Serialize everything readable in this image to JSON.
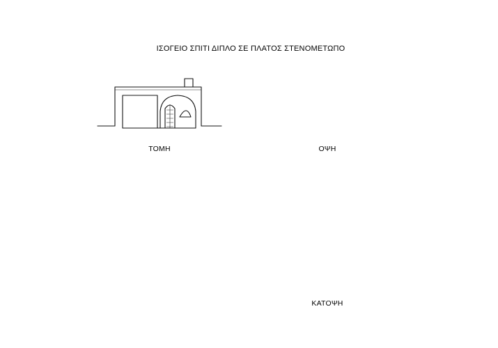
{
  "sheet": {
    "title": "ΙΣΟΓΕΙΟ ΣΠΙΤΙ ΔΙΠΛΟ ΣΕ ΠΛΑΤΟΣ ΣΤΕΝΟΜΕΤΩΠΟ"
  },
  "drawings": {
    "section_label": "ΤΟΜΗ",
    "elevation_label": "ΟΨΗ",
    "plan_label": "ΚΑΤΟΨΗ"
  },
  "colors": {
    "ink": "#000000",
    "paper": "#ffffff"
  }
}
